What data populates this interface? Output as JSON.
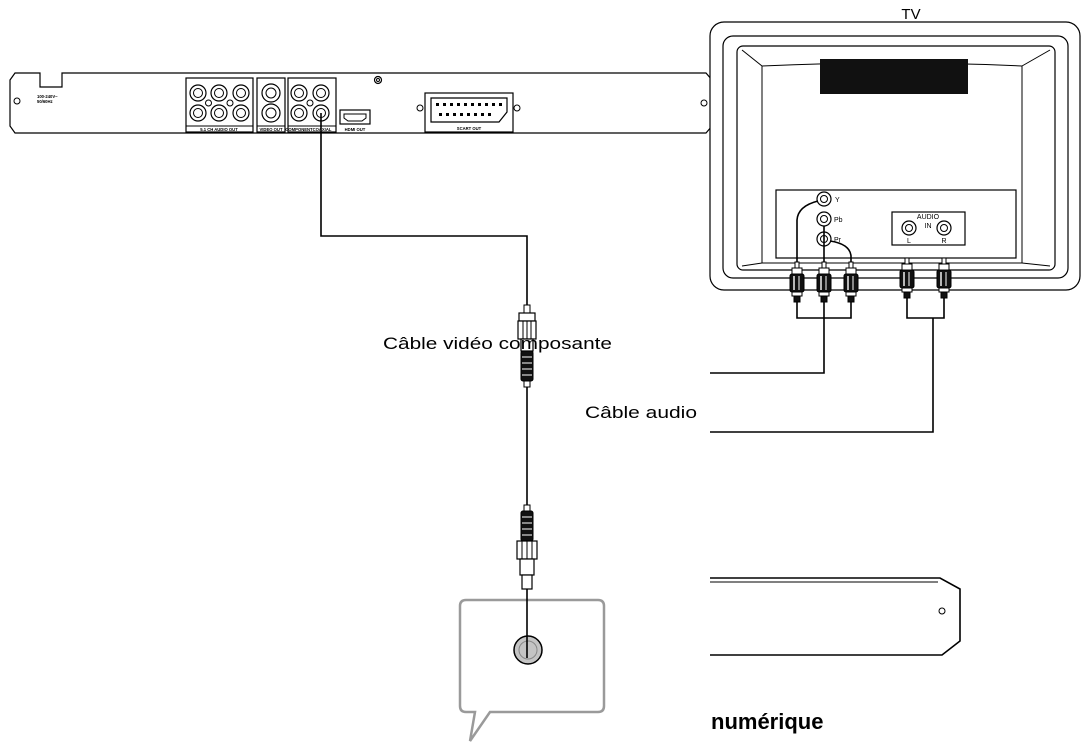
{
  "tv_label": "TV",
  "captions": {
    "component_cable": "Câble vidéo composante",
    "audio_cable": "Câble audio",
    "digital": "numérique"
  },
  "dvd_panel": {
    "power_voltage": "100-240V~",
    "power_frequency": "50/60Hz",
    "audio_out": "5.1 CH AUDIO OUT",
    "video_out": "VIDEO OUT",
    "component": "COMPONENT",
    "coaxial": "COAXIAL",
    "hdmi_out": "HDMI OUT",
    "scart_out": "SCART OUT"
  },
  "tv_panel": {
    "y": "Y",
    "pb": "Pb",
    "pr": "Pr",
    "audio": "AUDIO",
    "in": "IN",
    "left": "L",
    "right": "R"
  },
  "colors": {
    "line": "#000000",
    "bubble_outline": "#9a9a9a",
    "jack_fill": "#c4c4c4",
    "plug_grip": "#111111"
  }
}
